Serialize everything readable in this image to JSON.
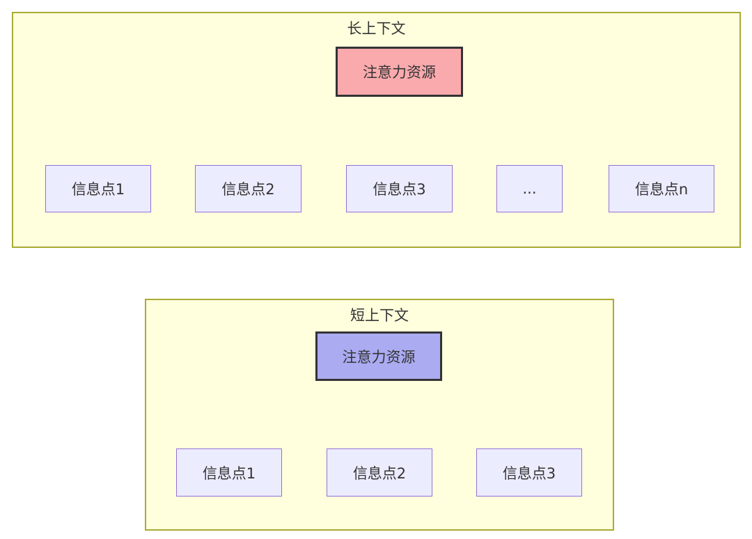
{
  "diagram": {
    "type": "flowchart-comparison",
    "panels": [
      {
        "id": "long-context",
        "title": "长上下文",
        "attention": "注意力资源",
        "children": [
          "信息点1",
          "信息点2",
          "信息点3",
          "...",
          "信息点n"
        ]
      },
      {
        "id": "short-context",
        "title": "短上下文",
        "attention": "注意力资源",
        "children": [
          "信息点1",
          "信息点2",
          "信息点3"
        ]
      }
    ],
    "colors": {
      "panel_fill": "#ffffde",
      "panel_border": "#aaaa33",
      "info_node_fill": "#ececff",
      "info_node_border": "#9370db",
      "attention_long_fill": "#faaaad",
      "attention_short_fill": "#ababf2",
      "edge": "#333333",
      "text": "#333333",
      "background": "#ffffff"
    }
  }
}
